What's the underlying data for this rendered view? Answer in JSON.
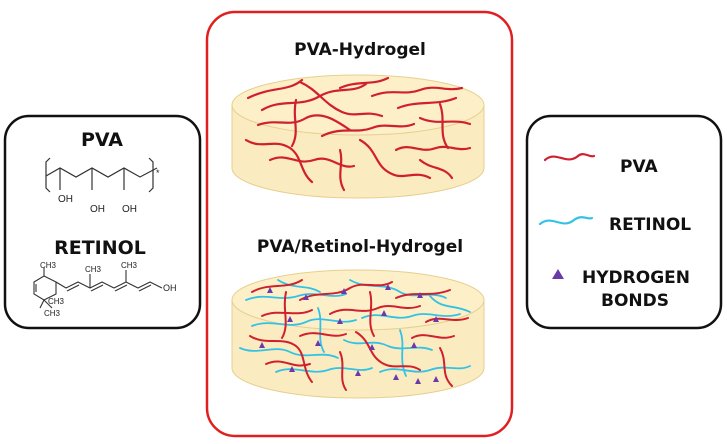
{
  "left_panel": {
    "pva_title": "PVA",
    "retinol_title": "RETINOL",
    "oh_labels": [
      "OH",
      "OH",
      "OH"
    ],
    "pva_end_mark": "*",
    "retinol_oh": "OH",
    "retinol_methyls": [
      "CH3",
      "CH3",
      "CH3",
      "CH3",
      "CH3"
    ]
  },
  "center_panel": {
    "top_title": "PVA-Hydrogel",
    "bottom_title": "PVA/Retinol-Hydrogel"
  },
  "legend": {
    "items": [
      {
        "label": "PVA",
        "color": "#d0202e"
      },
      {
        "label": "RETINOL",
        "color": "#33c2e6"
      },
      {
        "label_line1": "HYDROGEN",
        "label_line2": "BONDS",
        "color": "#6a3aa8"
      }
    ]
  },
  "colors": {
    "center_border": "#e02020",
    "side_border": "#111111",
    "gel_fill": "#fbebc0",
    "gel_top": "#fdf0c8",
    "gel_edge": "#e6cf8e"
  }
}
